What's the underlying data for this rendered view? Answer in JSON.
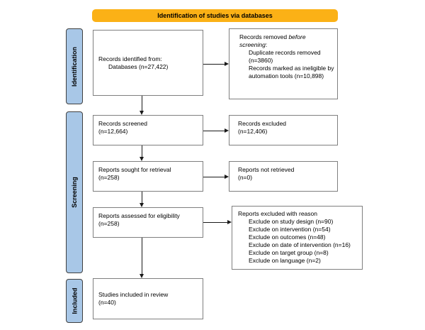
{
  "banner": {
    "label": "Identification of studies via databases"
  },
  "colors": {
    "banner_bg": "#FBB116",
    "sidebar_bg": "#A8C7E7",
    "box_border": "#7f7f7f",
    "arrow": "#1a1a1a"
  },
  "sidebar": {
    "items": [
      {
        "label": "Identification"
      },
      {
        "label": "Screening"
      },
      {
        "label": "Included"
      }
    ]
  },
  "flow": {
    "records_identified": {
      "line1": "Records identified from:",
      "line2": "Databases (n=27,422)"
    },
    "records_removed": {
      "title_plain": "Records removed ",
      "title_italic": "before screening",
      "title_suffix": ":",
      "items": [
        "Duplicate records removed (n=3860)",
        "Records marked as ineligible by automation tools (n=10,898)"
      ]
    },
    "records_screened": {
      "line1": "Records screened",
      "line2": "(n=12,664)"
    },
    "records_excluded": {
      "line1": "Records excluded",
      "line2": "(n=12,406)"
    },
    "reports_sought": {
      "line1": "Reports sought for retrieval",
      "line2": "(n=258)"
    },
    "reports_not_retrieved": {
      "line1": "Reports not retrieved",
      "line2": "(n=0)"
    },
    "reports_assessed": {
      "line1": "Reports assessed for eligibility",
      "line2": "(n=258)"
    },
    "reports_excluded": {
      "title": "Reports excluded with reason",
      "items": [
        "Exclude on study design (n=90)",
        "Exclude on intervention (n=54)",
        "Exclude on outcomes (n=48)",
        "Exclude on date of intervention (n=16)",
        "Exclude on target group (n=8)",
        "Exclude on language (n=2)"
      ]
    },
    "studies_included": {
      "line1": "Studies included in review",
      "line2": "(n=40)"
    }
  }
}
